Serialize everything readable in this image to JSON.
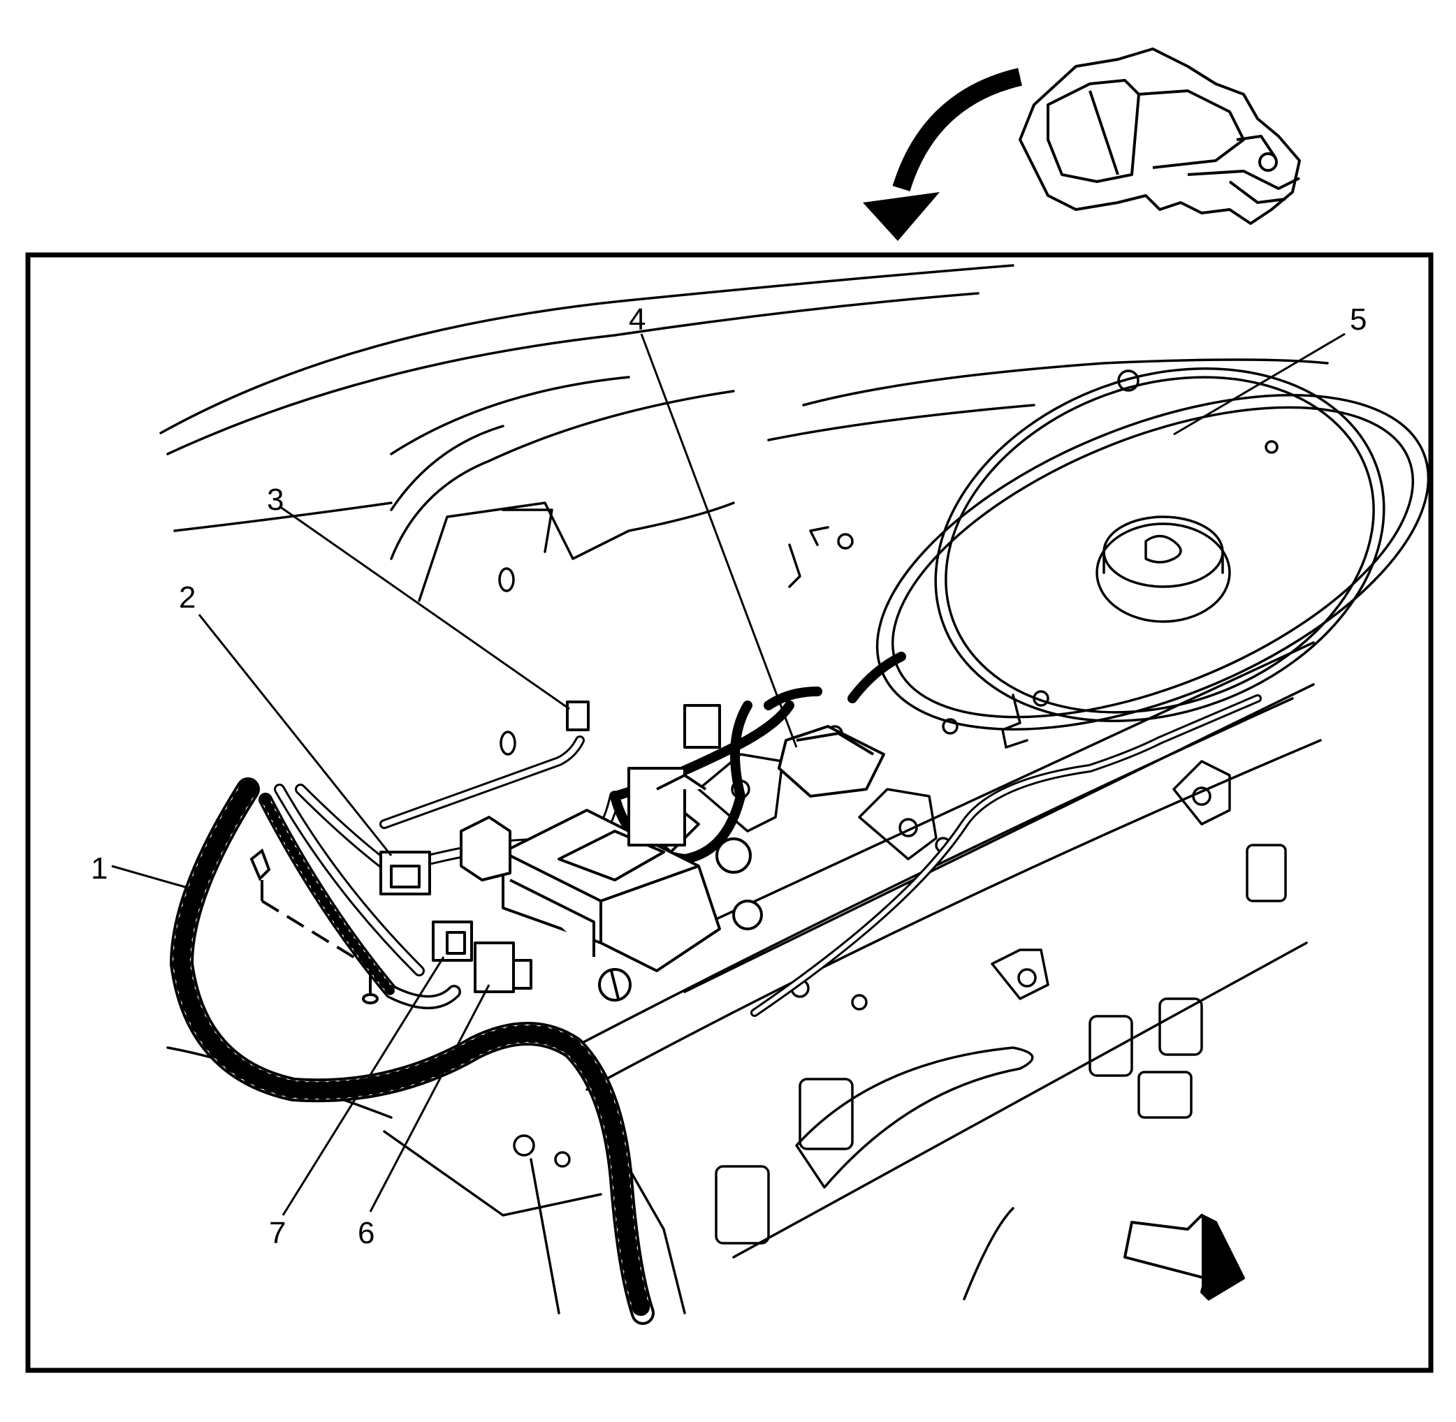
{
  "diagram": {
    "callouts": [
      {
        "id": "1",
        "label": "1"
      },
      {
        "id": "2",
        "label": "2"
      },
      {
        "id": "3",
        "label": "3"
      },
      {
        "id": "4",
        "label": "4"
      },
      {
        "id": "5",
        "label": "5"
      },
      {
        "id": "6",
        "label": "6"
      },
      {
        "id": "7",
        "label": "7"
      }
    ]
  },
  "colors": {
    "line": "#000000",
    "background": "#ffffff"
  },
  "icons": [
    "vehicle-locator-icon",
    "locator-arrow-icon",
    "front-direction-arrow-icon"
  ]
}
